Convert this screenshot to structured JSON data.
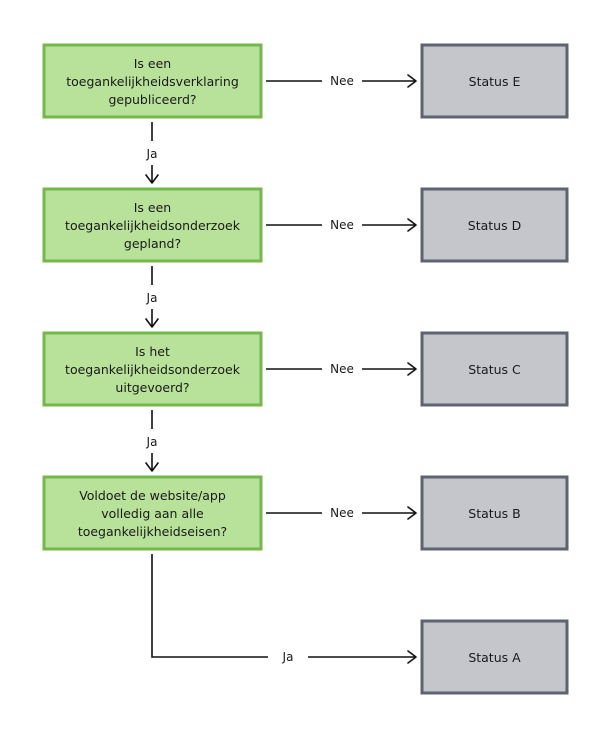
{
  "questions": [
    {
      "lines": [
        "Is een",
        "toegankelijkheidsverklaring",
        "gepubliceerd?"
      ]
    },
    {
      "lines": [
        "Is een",
        "toegankelijkheidsonderzoek",
        "gepland?"
      ]
    },
    {
      "lines": [
        "Is het",
        "toegankelijkheidsonderzoek",
        "uitgevoerd?"
      ]
    },
    {
      "lines": [
        "Voldoet de website/app",
        "volledig aan alle",
        "toegankelijkheidseisen?"
      ]
    }
  ],
  "statuses": [
    "Status E",
    "Status D",
    "Status C",
    "Status B",
    "Status A"
  ],
  "no_label": "Nee",
  "yes_label": "Ja",
  "colors": {
    "question_fill": "#b8e29a",
    "question_border": "#74b84c",
    "status_fill": "#c4c6cc",
    "status_border": "#5e6370"
  }
}
